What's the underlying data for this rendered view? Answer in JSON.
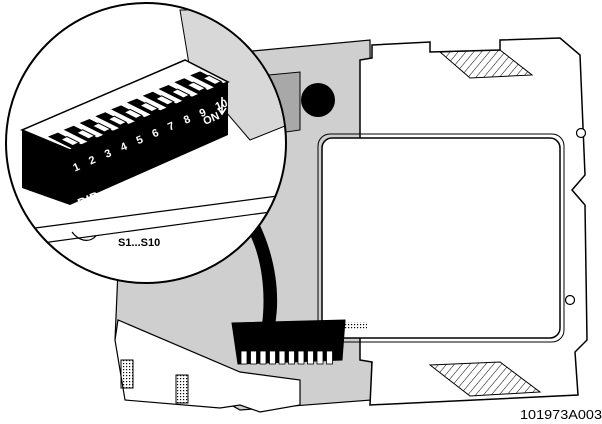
{
  "diagram": {
    "magnified_view": {
      "dip_label": "DIP",
      "switch_numbers": [
        "1",
        "2",
        "3",
        "4",
        "5",
        "6",
        "7",
        "8",
        "9",
        "10"
      ],
      "on_label": "ON",
      "range_label": "S1...S10"
    },
    "figure_id": "101973A003"
  },
  "colors": {
    "ink": "#000000",
    "paper": "#ffffff",
    "housing_fill": "#cfcfcf",
    "shadow_fill": "#a8a8a8"
  }
}
